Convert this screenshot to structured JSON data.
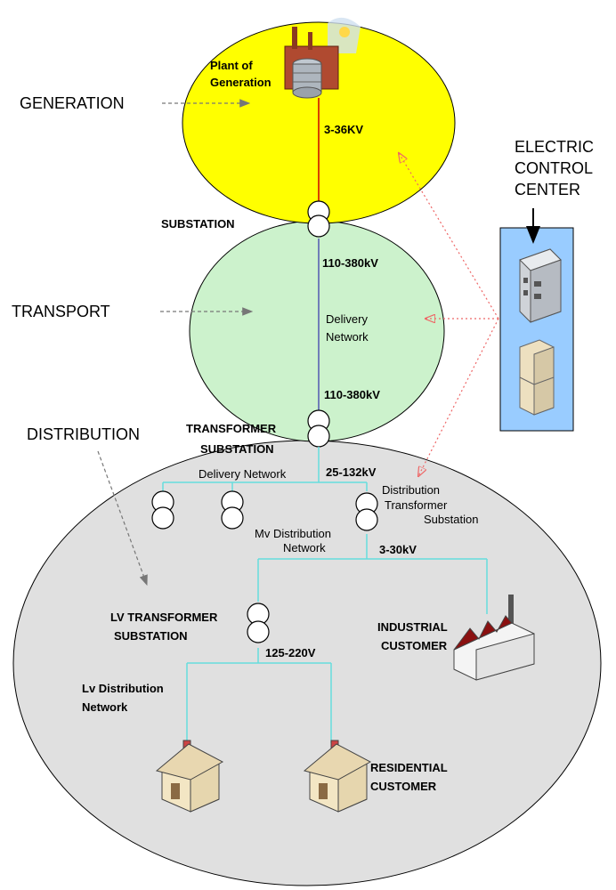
{
  "regions": {
    "generation": "GENERATION",
    "transport": "TRANSPORT",
    "distribution": "DISTRIBUTION"
  },
  "control_center": {
    "line1": "ELECTRIC",
    "line2": "CONTROL",
    "line3": "CENTER"
  },
  "plant": {
    "line1": "Plant of",
    "line2": "Generation"
  },
  "voltages": {
    "gen": "3-36KV",
    "transport_top": "110-380kV",
    "transport_bottom": "110-380kV",
    "delivery": "25-132kV",
    "mv": "3-30kV",
    "lv": "125-220V"
  },
  "labels": {
    "substation": "SUBSTATION",
    "delivery_network_1": "Delivery",
    "delivery_network_2": "Network",
    "transformer_substation_1": "TRANSFORMER",
    "transformer_substation_2": "SUBSTATION",
    "delivery_network_dist": "Delivery Network",
    "dts_1": "Distribution",
    "dts_2": "Transformer",
    "dts_3": "Substation",
    "mv_network_1": "Mv Distribution",
    "mv_network_2": "Network",
    "lv_transformer_1": "LV TRANSFORMER",
    "lv_transformer_2": "SUBSTATION",
    "lv_network_1": "Lv Distribution",
    "lv_network_2": "Network",
    "industrial_1": "INDUSTRIAL",
    "industrial_2": "CUSTOMER",
    "residential_1": "RESIDENTIAL",
    "residential_2": "CUSTOMER"
  },
  "colors": {
    "generation_fill": "#ffff00",
    "transport_fill": "#ccf2cc",
    "distribution_fill": "#e0e0e0",
    "control_panel": "#99ccff",
    "gen_line": "#cc0000",
    "transport_line": "#3333aa",
    "distribution_line": "#66dddd",
    "control_arrow": "#ee6666"
  }
}
